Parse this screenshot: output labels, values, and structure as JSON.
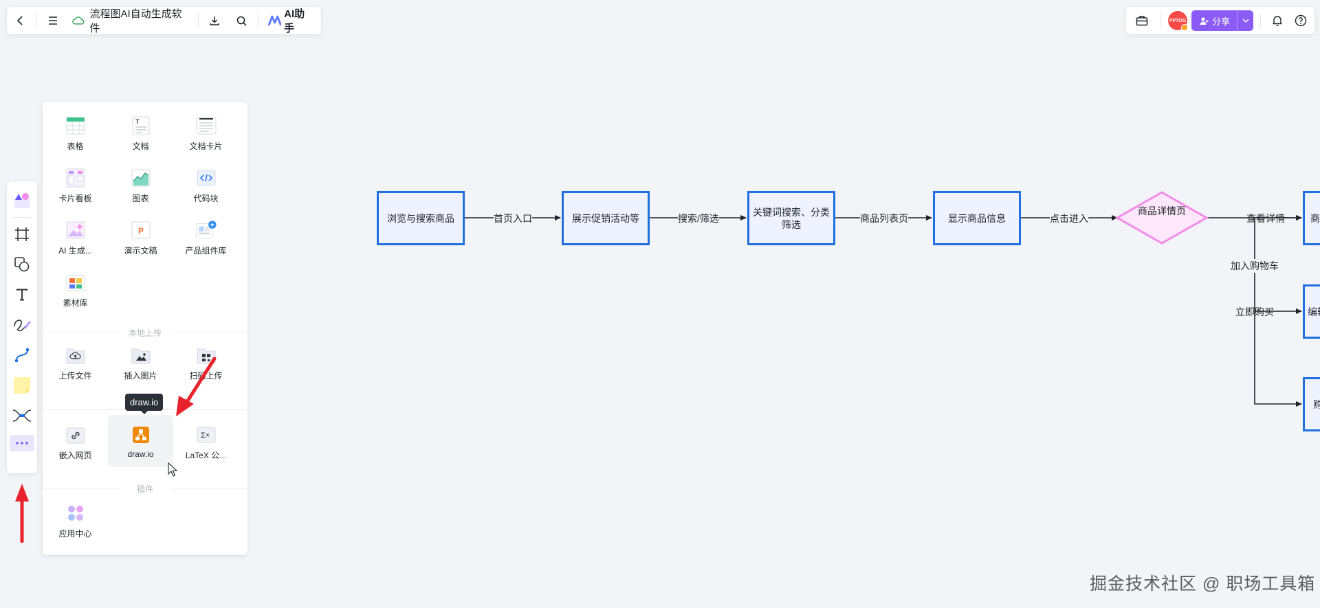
{
  "top_left": {
    "title": "流程图AI自动生成软件",
    "ai_label": "AI助手"
  },
  "top_right": {
    "avatar_text": "PPTOG",
    "share_label": "分享"
  },
  "panel": {
    "components": [
      {
        "label": "表格",
        "icon": "table-icon"
      },
      {
        "label": "文档",
        "icon": "doc-icon"
      },
      {
        "label": "文档卡片",
        "icon": "doc-card-icon"
      },
      {
        "label": "卡片看板",
        "icon": "kanban-icon"
      },
      {
        "label": "图表",
        "icon": "chart-icon"
      },
      {
        "label": "代码块",
        "icon": "code-icon"
      },
      {
        "label": "AI 生成...",
        "icon": "ai-image-icon"
      },
      {
        "label": "演示文稿",
        "icon": "slides-icon"
      },
      {
        "label": "产品组件库",
        "icon": "component-library-icon"
      },
      {
        "label": "素材库",
        "icon": "material-library-icon"
      }
    ],
    "local_upload_label": "本地上传",
    "uploads": [
      {
        "label": "上传文件",
        "icon": "upload-file-icon"
      },
      {
        "label": "插入图片",
        "icon": "insert-image-icon"
      },
      {
        "label": "扫码上传",
        "icon": "qr-upload-icon"
      }
    ],
    "embeds": [
      {
        "label": "嵌入网页",
        "icon": "link-icon"
      },
      {
        "label": "draw.io",
        "icon": "drawio-icon"
      },
      {
        "label": "LaTeX 公...",
        "icon": "latex-icon"
      }
    ],
    "plugins_label": "插件",
    "plugins": [
      {
        "label": "应用中心",
        "icon": "app-center-icon"
      }
    ],
    "tooltip": "draw.io"
  },
  "flow": {
    "nodes": [
      "浏览与搜索商品",
      "展示促销活动等",
      "关键词搜索、分类筛选",
      "显示商品信息",
      "商品详情页",
      "商",
      "编辑",
      "购"
    ],
    "edges": [
      "首页入口",
      "搜索/筛选",
      "商品列表页",
      "点击进入",
      "查看详情",
      "加入购物车",
      "立即购买"
    ]
  },
  "watermark": "掘金技术社区 @ 职场工具箱",
  "colors": {
    "node_border": "#1e6fe0",
    "node_fill": "#eef3ff",
    "decision_border": "#f28be8",
    "decision_fill": "#fde7fb",
    "accent": "#8a5cf5",
    "annotation_arrow": "#e8232d"
  }
}
